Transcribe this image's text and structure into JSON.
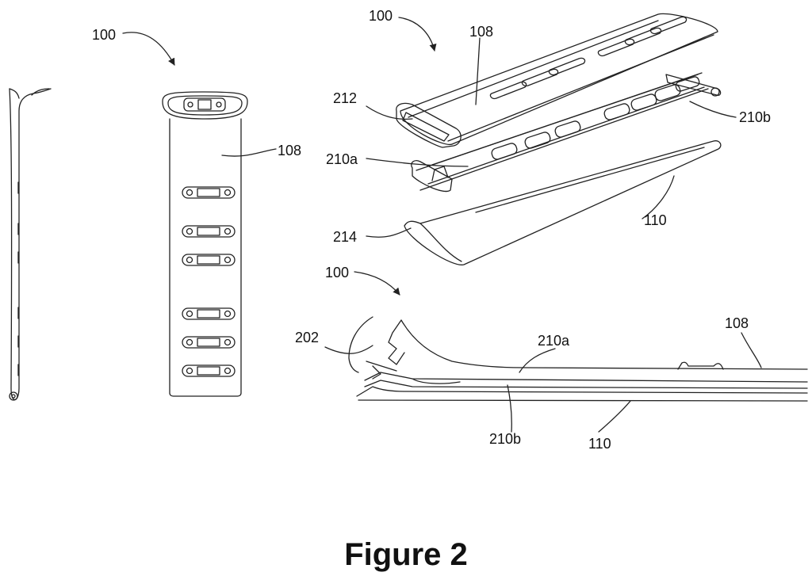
{
  "caption": "Figure 2",
  "labels": {
    "side_ref": "100",
    "side_band": "108",
    "top_ref": "100",
    "top_band": "108",
    "top_212": "212",
    "top_210b": "210b",
    "top_210a": "210a",
    "top_110": "110",
    "top_214": "214",
    "bottom_ref": "100",
    "bottom_202": "202",
    "bottom_210a": "210a",
    "bottom_108": "108",
    "bottom_210b": "210b",
    "bottom_110": "110"
  },
  "colors": {
    "ink": "#222222",
    "fill": "#ffffff"
  }
}
